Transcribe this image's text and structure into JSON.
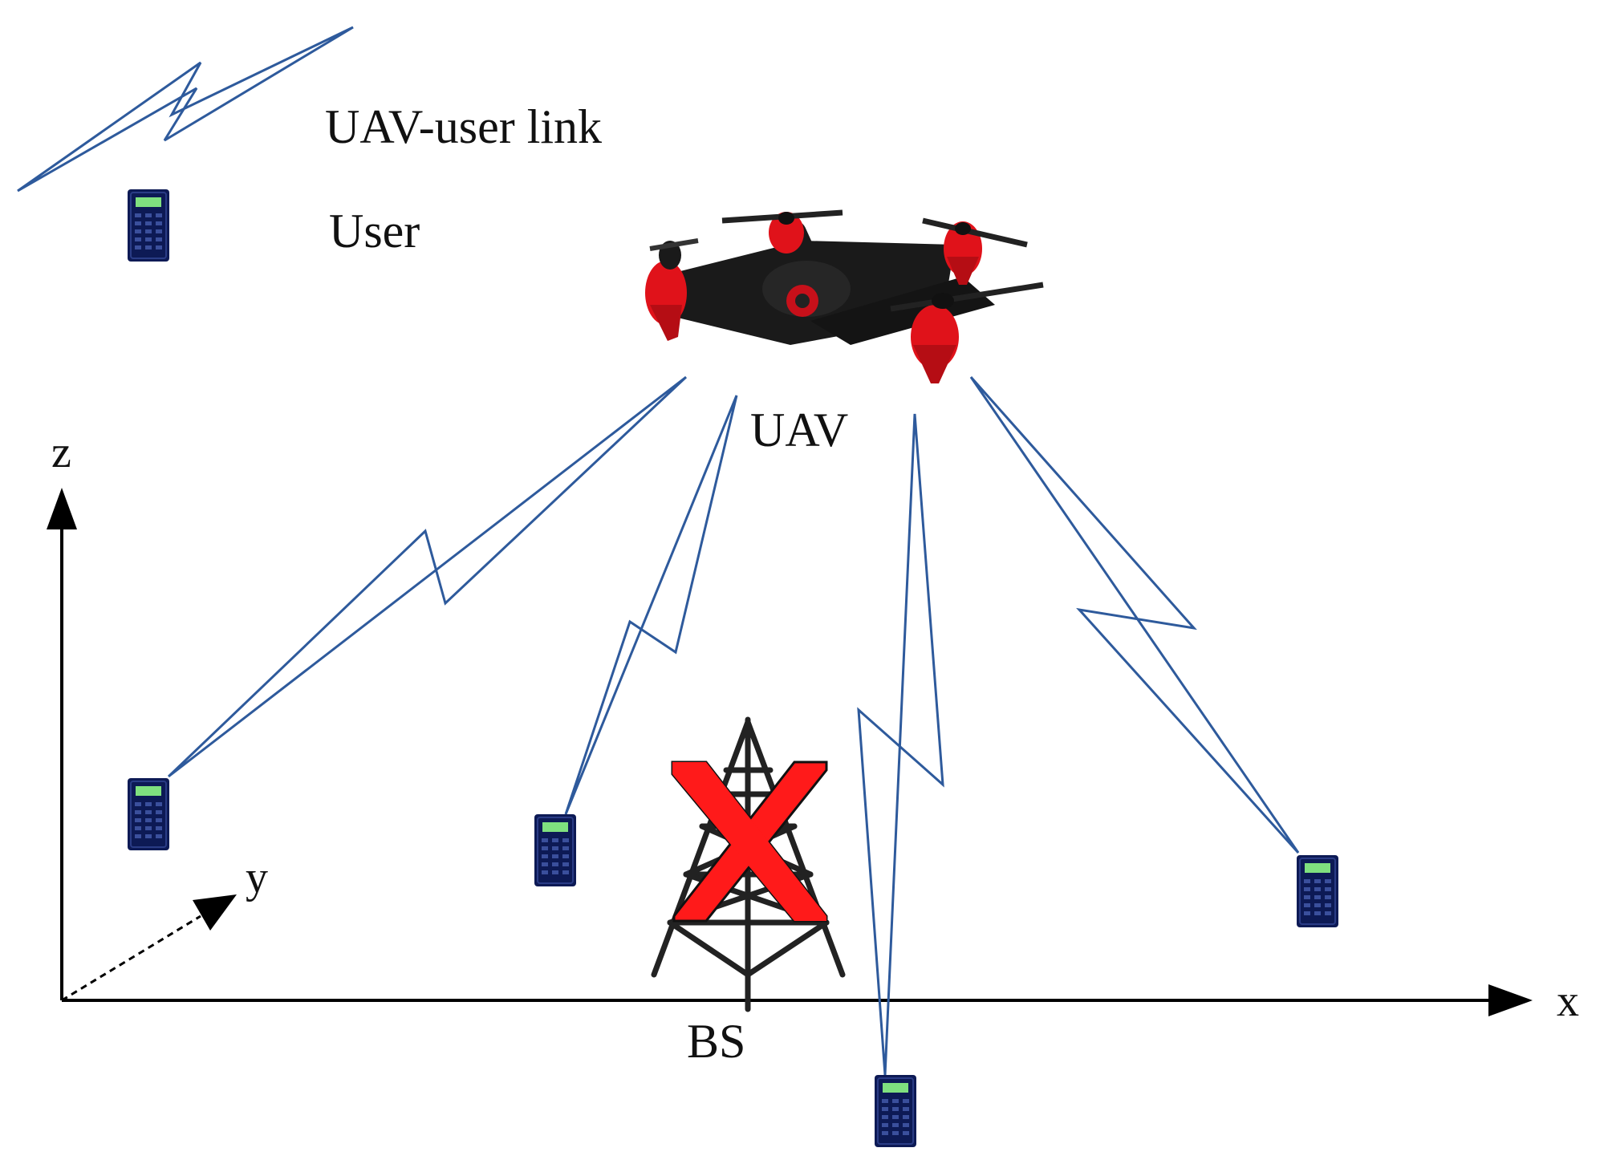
{
  "legend": {
    "link_label": "UAV-user link",
    "user_label": "User"
  },
  "labels": {
    "uav": "UAV",
    "bs": "BS"
  },
  "axes": {
    "x": "x",
    "y": "y",
    "z": "z"
  },
  "colors": {
    "link": "#2e5a9c",
    "cross": "#ff1a1a",
    "device_body": "#0d1a55",
    "device_screen": "#7fe07f",
    "drone_body": "#1a1a1a",
    "drone_accent": "#e0121a"
  },
  "icons": [
    "lightning-link-icon",
    "mobile-device-icon",
    "quadcopter-drone-icon",
    "cell-tower-icon",
    "cross-mark-icon",
    "axis-arrow-icon"
  ]
}
